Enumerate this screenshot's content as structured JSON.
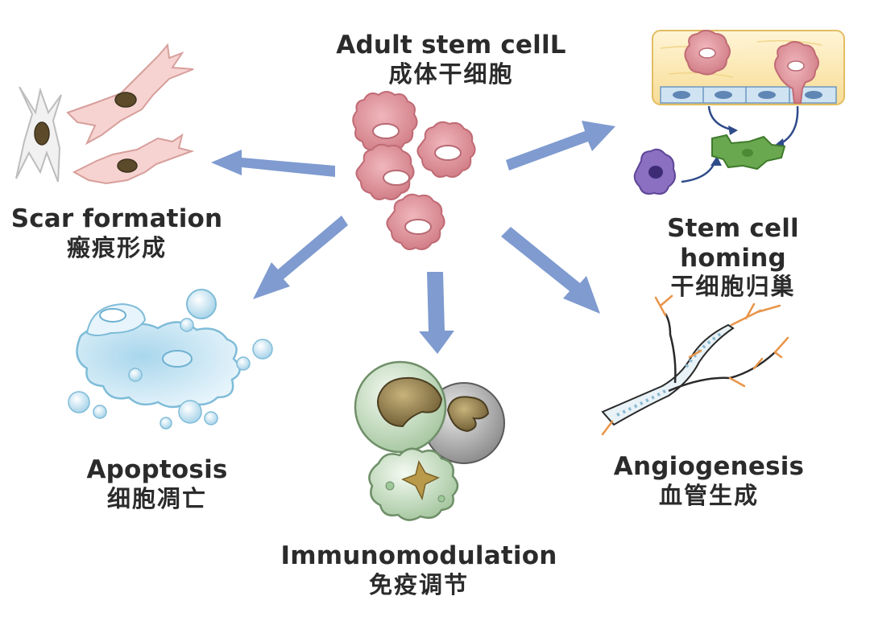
{
  "labels": {
    "center": {
      "en": "Adult stem cellL",
      "zh": "成体干细胞"
    },
    "scar": {
      "en": "Scar formation",
      "zh": "瘢痕形成"
    },
    "homing": {
      "en": "Stem cell homing",
      "zh": "干细胞归巢"
    },
    "apoptosis": {
      "en": "Apoptosis",
      "zh": "细胞凋亡"
    },
    "angiogenesis": {
      "en": "Angiogenesis",
      "zh": "血管生成"
    },
    "immunomodulation": {
      "en": "Immunomodulation",
      "zh": "免疫调节"
    }
  },
  "colors": {
    "arrow": "#7f9bd0",
    "stem_cell": "#d98a93",
    "vessel_wall": "#fbe8b0",
    "endothelium": "#7fa9cc",
    "homing_target": "#6aa84f",
    "leukocyte": "#8b6fc0",
    "apoptotic_cell": "#bfe1f0",
    "fibroblast": "#f2c2c0",
    "capillary_branch": "#e8954a",
    "immune_cell": "#9ec79a"
  }
}
